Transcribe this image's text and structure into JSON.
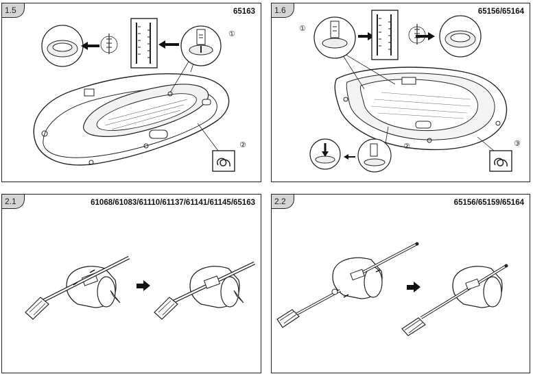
{
  "panels": [
    {
      "step": "1.5",
      "models": "65163",
      "markers": [
        "①",
        "②"
      ]
    },
    {
      "step": "1.6",
      "models": "65156/65164",
      "markers": [
        "①",
        "②",
        "③"
      ]
    },
    {
      "step": "2.1",
      "models": "61068/61083/61110/61137/61141/61145/65163"
    },
    {
      "step": "2.2",
      "models": "65156/65159/65164"
    }
  ]
}
